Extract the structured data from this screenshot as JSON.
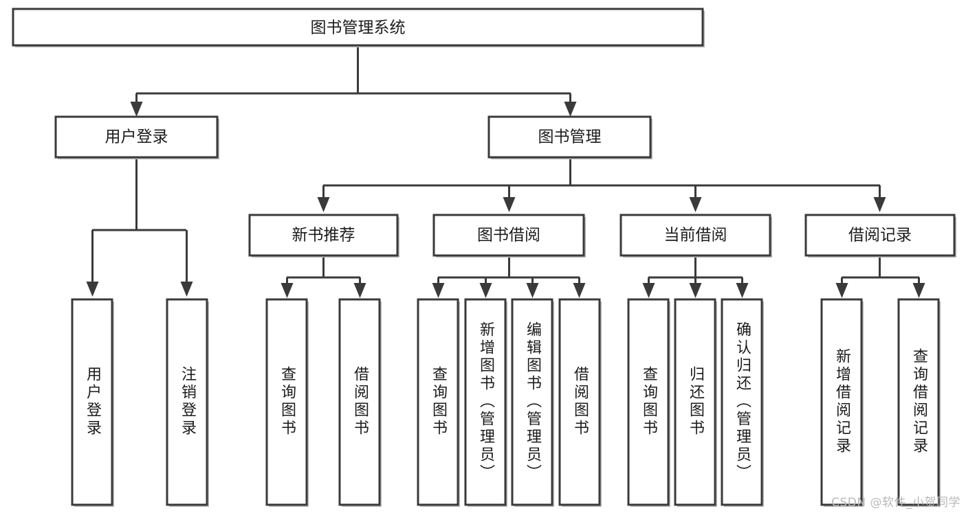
{
  "diagram": {
    "title": "图书管理系统",
    "root": {
      "id": "root",
      "label": "图书管理系统",
      "orientation": "horizontal"
    },
    "level1": [
      {
        "id": "user-login",
        "label": "用户登录",
        "orientation": "horizontal"
      },
      {
        "id": "book-manage",
        "label": "图书管理",
        "orientation": "horizontal"
      }
    ],
    "level2": [
      {
        "id": "new-book-recommend",
        "label": "新书推荐",
        "orientation": "horizontal",
        "parent": "book-manage"
      },
      {
        "id": "book-borrow",
        "label": "图书借阅",
        "orientation": "horizontal",
        "parent": "book-manage"
      },
      {
        "id": "current-borrow",
        "label": "当前借阅",
        "orientation": "horizontal",
        "parent": "book-manage"
      },
      {
        "id": "borrow-record",
        "label": "借阅记录",
        "orientation": "horizontal",
        "parent": "book-manage"
      }
    ],
    "leaves": [
      {
        "id": "leaf-user-login",
        "label": "用户登录",
        "orientation": "vertical",
        "parent": "user-login"
      },
      {
        "id": "leaf-user-logout",
        "label": "注销登录",
        "orientation": "vertical",
        "parent": "user-login"
      },
      {
        "id": "leaf-query-book-1",
        "label": "查询图书",
        "orientation": "vertical",
        "parent": "new-book-recommend"
      },
      {
        "id": "leaf-borrow-book-1",
        "label": "借阅图书",
        "orientation": "vertical",
        "parent": "new-book-recommend"
      },
      {
        "id": "leaf-query-book-2",
        "label": "查询图书",
        "orientation": "vertical",
        "parent": "book-borrow"
      },
      {
        "id": "leaf-add-book",
        "label": "新增图书（管理员）",
        "orientation": "vertical",
        "parent": "book-borrow"
      },
      {
        "id": "leaf-edit-book",
        "label": "编辑图书（管理员）",
        "orientation": "vertical",
        "parent": "book-borrow"
      },
      {
        "id": "leaf-borrow-book-2",
        "label": "借阅图书",
        "orientation": "vertical",
        "parent": "book-borrow"
      },
      {
        "id": "leaf-query-book-3",
        "label": "查询图书",
        "orientation": "vertical",
        "parent": "current-borrow"
      },
      {
        "id": "leaf-return-book",
        "label": "归还图书",
        "orientation": "vertical",
        "parent": "current-borrow"
      },
      {
        "id": "leaf-confirm-return",
        "label": "确认归还（管理员）",
        "orientation": "vertical",
        "parent": "current-borrow"
      },
      {
        "id": "leaf-add-record",
        "label": "新增借阅记录",
        "orientation": "vertical",
        "parent": "borrow-record"
      },
      {
        "id": "leaf-query-record",
        "label": "查询借阅记录",
        "orientation": "vertical",
        "parent": "borrow-record"
      }
    ],
    "colors": {
      "box_stroke": "#3a3a3a",
      "box_fill": "#ffffff",
      "connector": "#3a3a3a",
      "text": "#1b1b1b",
      "watermark": "#b9b9b9",
      "background": "#ffffff"
    }
  },
  "watermark": {
    "text": "CSDN @软件_小贺同学"
  }
}
